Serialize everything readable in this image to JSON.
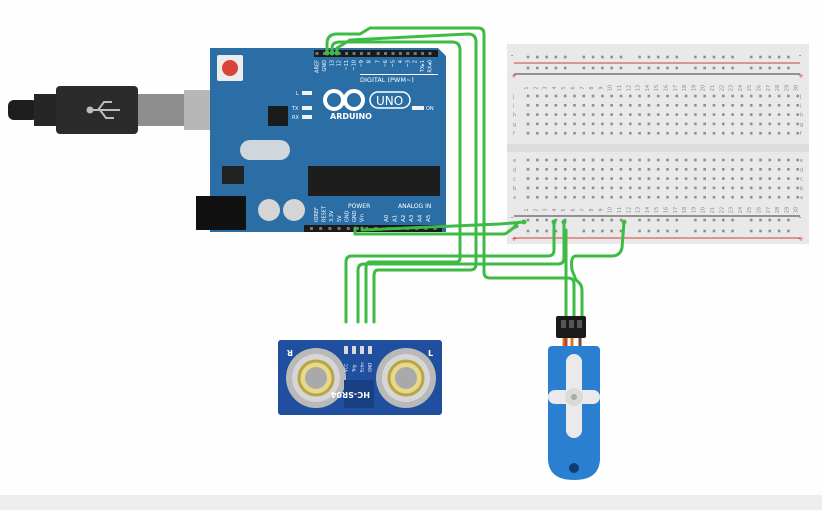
{
  "arduino": {
    "brand": "ARDUINO",
    "model": "UNO",
    "digital_header_label": "DIGITAL (PWM~)",
    "power_label": "POWER",
    "analog_label": "ANALOG IN",
    "led_l": "L",
    "led_tx": "TX",
    "led_rx": "RX",
    "led_on": "ON",
    "digital_pins": [
      "AREF",
      "GND",
      "13",
      "12",
      "~11",
      "~10",
      "~9",
      "8",
      "7",
      "~6",
      "~5",
      "4",
      "~3",
      "2",
      "TX▸1",
      "RX◂0"
    ],
    "power_pins": [
      "IOREF",
      "RESET",
      "3.3V",
      "5V",
      "GND",
      "GND",
      "Vin"
    ],
    "analog_pins": [
      "A0",
      "A1",
      "A2",
      "A3",
      "A4",
      "A5"
    ]
  },
  "sensor": {
    "model": "HC-SR04",
    "left_mark": "R",
    "right_mark": "L",
    "pins": [
      "VCC",
      "Trig",
      "Echo",
      "GND"
    ]
  },
  "breadboard": {
    "columns": [
      "1",
      "2",
      "3",
      "4",
      "5",
      "6",
      "7",
      "8",
      "9",
      "10",
      "11",
      "12",
      "13",
      "14",
      "15",
      "16",
      "17",
      "18",
      "19",
      "20",
      "21",
      "22",
      "23",
      "24",
      "25",
      "26",
      "27",
      "28",
      "29",
      "30"
    ],
    "rows_top": [
      "j",
      "i",
      "h",
      "g",
      "f"
    ],
    "rows_bottom": [
      "e",
      "d",
      "c",
      "b",
      "a"
    ],
    "rail_plus": "+",
    "rail_minus": "-"
  },
  "colors": {
    "wire": "#3dbb45",
    "board": "#2a6ea5",
    "sensor_board": "#1f4f9e",
    "servo": "#2a7fd0"
  }
}
